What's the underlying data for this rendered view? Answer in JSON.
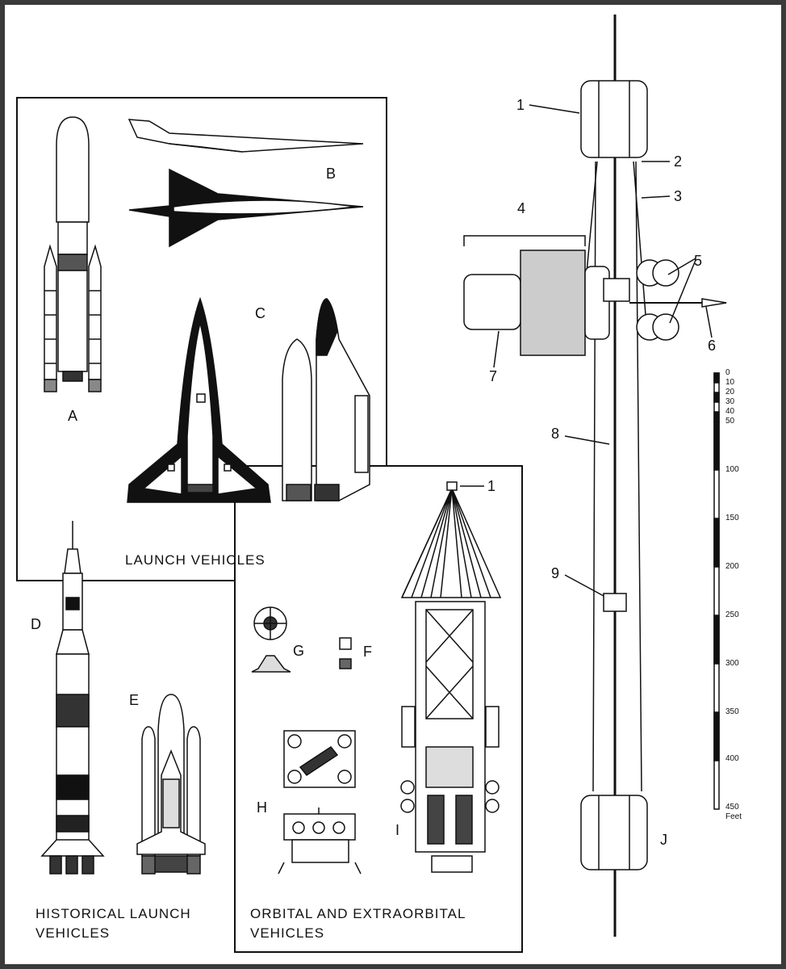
{
  "captions": {
    "launch_vehicles": "LAUNCH VEHICLES",
    "historical_line1": "HISTORICAL LAUNCH",
    "historical_line2": "VEHICLES",
    "orbital_line1": "ORBITAL AND EXTRAORBITAL",
    "orbital_line2": "VEHICLES"
  },
  "letters": {
    "A": "A",
    "B": "B",
    "C": "C",
    "D": "D",
    "E": "E",
    "F": "F",
    "G": "G",
    "H": "H",
    "I": "I",
    "J": "J"
  },
  "callouts": {
    "n1": "1",
    "n2": "2",
    "n3": "3",
    "n4": "4",
    "n5": "5",
    "n6": "6",
    "n7": "7",
    "n8": "8",
    "n9": "9",
    "i1": "1"
  },
  "scale": {
    "ticks": [
      "0",
      "10",
      "20",
      "30",
      "40",
      "50",
      "100",
      "150",
      "200",
      "250",
      "300",
      "350",
      "400",
      "450"
    ],
    "unit": "Feet"
  }
}
